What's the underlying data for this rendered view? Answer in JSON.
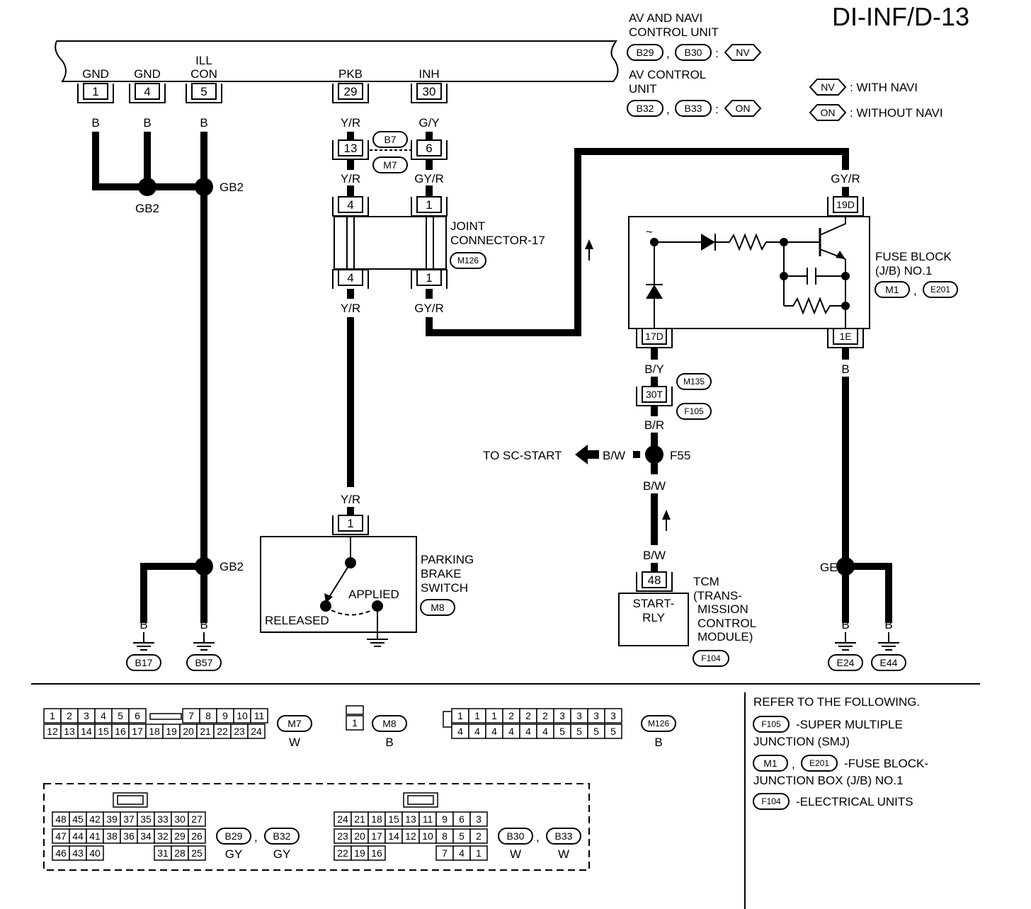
{
  "page_code": "DI-INF/D-13",
  "av_unit": {
    "line1": "AV AND NAVI",
    "line2": "CONTROL UNIT",
    "conn_a": "B29",
    "conn_b": "B30",
    "variant_a": "NV",
    "line3": "AV CONTROL",
    "line4": "UNIT",
    "conn_c": "B32",
    "conn_d": "B33",
    "variant_b": "ON",
    "comma": ",",
    "colon": ":"
  },
  "legend": {
    "nv_tag": "NV",
    "nv_text": ": WITH NAVI",
    "on_tag": "ON",
    "on_text": ": WITHOUT NAVI"
  },
  "terminals": [
    {
      "name": "GND",
      "pin": "1",
      "wire": "B"
    },
    {
      "name": "GND",
      "pin": "4",
      "wire": "B"
    },
    {
      "name_line1": "ILL",
      "name": "CON",
      "pin": "5",
      "wire": "B"
    },
    {
      "name": "PKB",
      "pin": "29",
      "wire": "Y/R"
    },
    {
      "name": "INH",
      "pin": "30",
      "wire": "G/Y"
    }
  ],
  "ground_splices": {
    "gb2": "GB2",
    "ge3": "GE3"
  },
  "ground_refs": {
    "b17": "B17",
    "b57": "B57",
    "e24": "E24",
    "e44": "E44",
    "wire_b": "B"
  },
  "inline_conn": {
    "pin_left": "13",
    "pin_right": "6",
    "conn_top": "B7",
    "conn_bottom": "M7",
    "wire_left": "Y/R",
    "wire_right": "GY/R"
  },
  "joint_connector": {
    "line1": "JOINT",
    "line2": "CONNECTOR-17",
    "conn": "M126",
    "pin_tl": "4",
    "pin_tr": "1",
    "pin_bl": "4",
    "pin_br": "1",
    "wire_left": "Y/R",
    "wire_right": "GY/R"
  },
  "fuse_block": {
    "line1": "FUSE BLOCK",
    "line2": "(J/B) NO.1",
    "conn_a": "M1",
    "conn_b": "E201",
    "pin_top": "19D",
    "pin_bl": "17D",
    "pin_br": "1E",
    "wire_top": "GY/R",
    "wire_bl": "B/Y",
    "wire_br": "B",
    "tilde": "~"
  },
  "smj": {
    "pin": "30T",
    "conn_a": "M135",
    "conn_b": "F105",
    "wire": "B/R"
  },
  "splice_f55": {
    "name": "F55",
    "to_text": "TO SC-START",
    "wire_left": "B/W",
    "wire_below": "B/W"
  },
  "tcm": {
    "pin": "48",
    "wire": "B/W",
    "box_l1": "START-",
    "box_l2": "RLY",
    "desc": [
      "TCM",
      "(TRANS-",
      "MISSION",
      "CONTROL",
      "MODULE)"
    ],
    "conn": "F104"
  },
  "parking_switch": {
    "pin": "1",
    "wire": "Y/R",
    "line1": "PARKING",
    "line2": "BRAKE",
    "line3": "SWITCH",
    "conn": "M8",
    "applied": "APPLIED",
    "released": "RELEASED"
  },
  "connectors_bottom": {
    "m7": {
      "row1a": [
        "1",
        "2",
        "3",
        "4",
        "5",
        "6"
      ],
      "row1b": [
        "7",
        "8",
        "9",
        "10",
        "11"
      ],
      "row2": [
        "12",
        "13",
        "14",
        "15",
        "16",
        "17",
        "18",
        "19",
        "20",
        "21",
        "22",
        "23",
        "24"
      ],
      "tag": "M7",
      "color": "W"
    },
    "m8": {
      "pins": [
        "1"
      ],
      "tag": "M8",
      "color": "B"
    },
    "m126": {
      "row1": [
        "1",
        "1",
        "1",
        "2",
        "2",
        "2",
        "3",
        "3",
        "3",
        "3"
      ],
      "row2": [
        "4",
        "4",
        "4",
        "4",
        "4",
        "4",
        "5",
        "5",
        "5",
        "5"
      ],
      "tag": "M126",
      "color": "B"
    },
    "b29": {
      "row1": [
        "48",
        "45",
        "42",
        "39",
        "37",
        "35",
        "33",
        "30",
        "27"
      ],
      "row2": [
        "47",
        "44",
        "41",
        "38",
        "36",
        "34",
        "32",
        "29",
        "26"
      ],
      "row3a": [
        "46",
        "43",
        "40"
      ],
      "row3b": [
        "31",
        "28",
        "25"
      ],
      "tag_a": "B29",
      "color_a": "GY",
      "tag_b": "B32",
      "color_b": "GY"
    },
    "b30": {
      "row1": [
        "24",
        "21",
        "18",
        "15",
        "13",
        "11",
        "9",
        "6",
        "3"
      ],
      "row2": [
        "23",
        "20",
        "17",
        "14",
        "12",
        "10",
        "8",
        "5",
        "2"
      ],
      "row3a": [
        "22",
        "19",
        "16"
      ],
      "row3b": [
        "7",
        "4",
        "1"
      ],
      "tag_a": "B30",
      "color_a": "W",
      "tag_b": "B33",
      "color_b": "W"
    }
  },
  "refer": {
    "heading": "REFER TO THE FOLLOWING.",
    "r1_tag": "F105",
    "r1_text": "-SUPER MULTIPLE",
    "r1_text2": "JUNCTION (SMJ)",
    "r2_tag_a": "M1",
    "r2_tag_b": "E201",
    "r2_text": "-FUSE BLOCK-",
    "r2_text2": "JUNCTION BOX (J/B) NO.1",
    "r3_tag": "F104",
    "r3_text": "-ELECTRICAL UNITS"
  }
}
